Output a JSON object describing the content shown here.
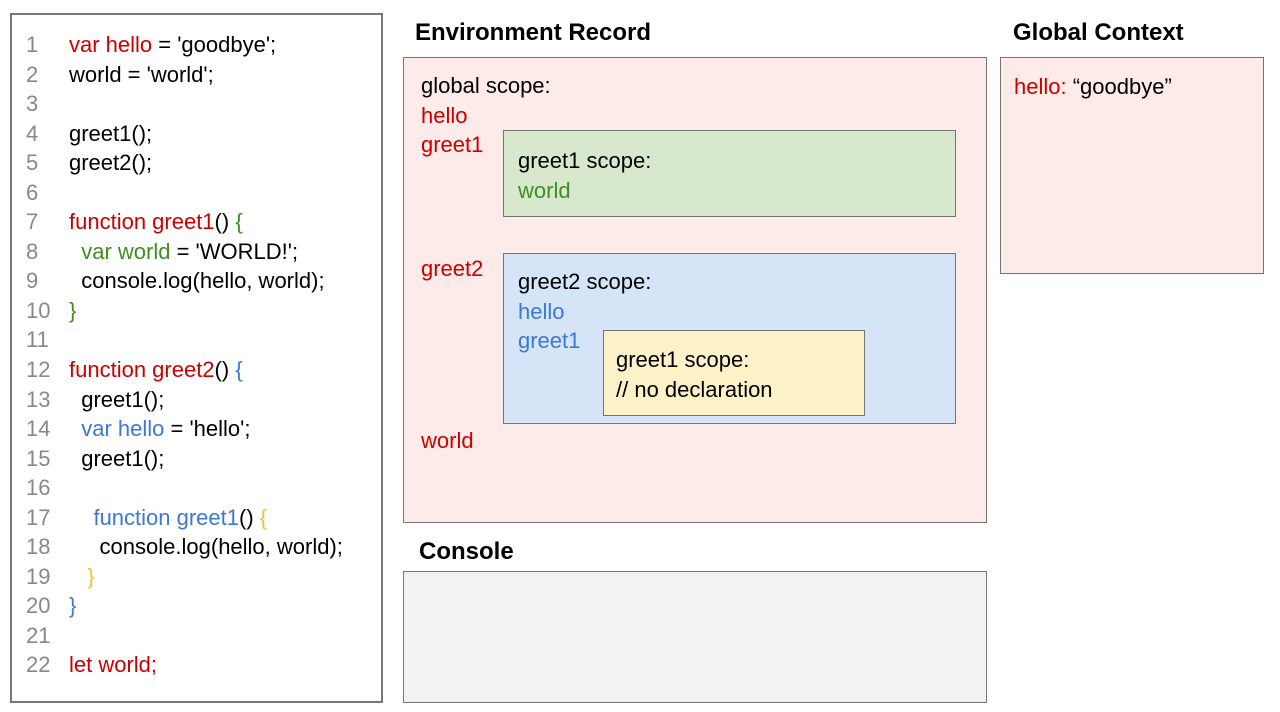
{
  "titles": {
    "environment_record": "Environment Record",
    "global_context": "Global Context",
    "console": "Console"
  },
  "code_panel": {
    "lines": [
      {
        "n": "1",
        "segs": [
          [
            "red",
            "var hello"
          ],
          [
            "black",
            " = 'goodbye';"
          ]
        ]
      },
      {
        "n": "2",
        "segs": [
          [
            "black",
            "world = 'world';"
          ]
        ]
      },
      {
        "n": "3",
        "segs": []
      },
      {
        "n": "4",
        "segs": [
          [
            "black",
            "greet1();"
          ]
        ]
      },
      {
        "n": "5",
        "segs": [
          [
            "black",
            "greet2();"
          ]
        ]
      },
      {
        "n": "6",
        "segs": []
      },
      {
        "n": "7",
        "segs": [
          [
            "red",
            "function greet1"
          ],
          [
            "black",
            "() "
          ],
          [
            "green",
            "{"
          ]
        ]
      },
      {
        "n": "8",
        "segs": [
          [
            "black",
            "  "
          ],
          [
            "green",
            "var world"
          ],
          [
            "black",
            " = 'WORLD!';"
          ]
        ]
      },
      {
        "n": "9",
        "segs": [
          [
            "black",
            "  console.log(hello, world);"
          ]
        ]
      },
      {
        "n": "10",
        "segs": [
          [
            "green",
            "}"
          ]
        ]
      },
      {
        "n": "11",
        "segs": []
      },
      {
        "n": "12",
        "segs": [
          [
            "red",
            "function greet2"
          ],
          [
            "black",
            "() "
          ],
          [
            "blue",
            "{"
          ]
        ]
      },
      {
        "n": "13",
        "segs": [
          [
            "black",
            "  greet1();"
          ]
        ]
      },
      {
        "n": "14",
        "segs": [
          [
            "black",
            "  "
          ],
          [
            "blue",
            "var hello"
          ],
          [
            "black",
            " = 'hello';"
          ]
        ]
      },
      {
        "n": "15",
        "segs": [
          [
            "black",
            "  greet1();"
          ]
        ]
      },
      {
        "n": "16",
        "segs": []
      },
      {
        "n": "17",
        "segs": [
          [
            "black",
            "    "
          ],
          [
            "blue",
            "function greet1"
          ],
          [
            "black",
            "() "
          ],
          [
            "yellow",
            "{"
          ]
        ]
      },
      {
        "n": "18",
        "segs": [
          [
            "black",
            "     console.log(hello, world);"
          ]
        ]
      },
      {
        "n": "19",
        "segs": [
          [
            "black",
            "   "
          ],
          [
            "yellow",
            "}"
          ]
        ]
      },
      {
        "n": "20",
        "segs": [
          [
            "blue",
            "}"
          ]
        ]
      },
      {
        "n": "21",
        "segs": []
      },
      {
        "n": "22",
        "segs": [
          [
            "red",
            "let world;"
          ]
        ]
      }
    ]
  },
  "environment_record": {
    "global_scope_label": "global scope:",
    "labels": {
      "hello": "hello",
      "greet1": "greet1",
      "greet2": "greet2",
      "world": "world"
    },
    "greet1_box": {
      "title": "greet1 scope:",
      "var1": "world"
    },
    "greet2_box": {
      "title": "greet2 scope:",
      "var1": "hello",
      "var2": "greet1",
      "inner_box": {
        "title": "greet1 scope:",
        "comment": "// no declaration"
      }
    }
  },
  "global_context": {
    "key": "hello:",
    "value": "“goodbye”"
  },
  "console": {
    "content": ""
  },
  "colors": {
    "code_red": "#cc0000",
    "code_green": "#3e8e22",
    "code_blue": "#3c78d8",
    "code_yellow": "#f1c232",
    "line_number_gray": "#888888",
    "record_bg_pink": "#fcebe9",
    "greet1_bg_green": "#d7e8cc",
    "greet2_bg_blue": "#d5e4f6",
    "inner_bg_yellow": "#fdf1c7",
    "console_bg_gray": "#f2f2f2",
    "box_border_gray": "#757575"
  }
}
